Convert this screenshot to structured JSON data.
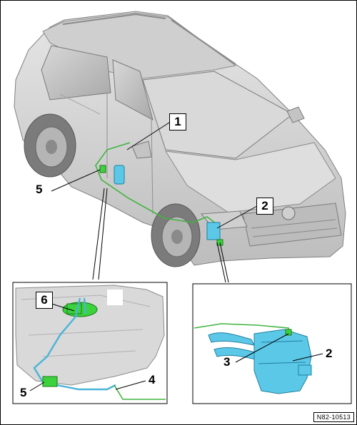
{
  "callouts": {
    "c1": "1",
    "c2": "2",
    "c5": "5",
    "c6": "6",
    "c4": "4",
    "c5b": "5",
    "c3": "3",
    "c2b": "2"
  },
  "reference_code": "N82-10513",
  "colors": {
    "fuel_line": "#3fb43f",
    "component_blue": "#5cc8e8",
    "component_green": "#3cd23c",
    "car_body": "#d4d4d4",
    "car_dark": "#9a9a9a"
  }
}
